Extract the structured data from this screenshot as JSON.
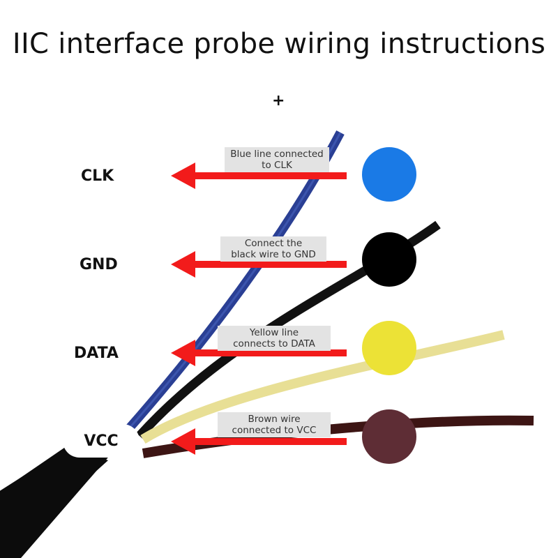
{
  "title": "IIC interface probe wiring instructions",
  "plus_sign": "+",
  "pins": [
    {
      "label": "CLK",
      "wire_color_name": "blue",
      "callout": [
        "Blue line connected",
        "to CLK"
      ],
      "dot_color": "#1a7ae6",
      "wire_color": "#2a3f94"
    },
    {
      "label": "GND",
      "wire_color_name": "black",
      "callout": [
        "Connect the",
        "black wire to GND"
      ],
      "dot_color": "#000000",
      "wire_color": "#111111"
    },
    {
      "label": "DATA",
      "wire_color_name": "yellow",
      "callout": [
        "Yellow line",
        "connects to DATA"
      ],
      "dot_color": "#ece236",
      "wire_color": "#e8df95"
    },
    {
      "label": "VCC",
      "wire_color_name": "brown",
      "callout": [
        "Brown wire",
        "connected to VCC"
      ],
      "dot_color": "#5e2d35",
      "wire_color": "#3d1514"
    }
  ],
  "colors": {
    "arrow": "#f21b1b",
    "callout_bg": "#e3e3e3",
    "cable_jacket": "#0c0c0c"
  }
}
